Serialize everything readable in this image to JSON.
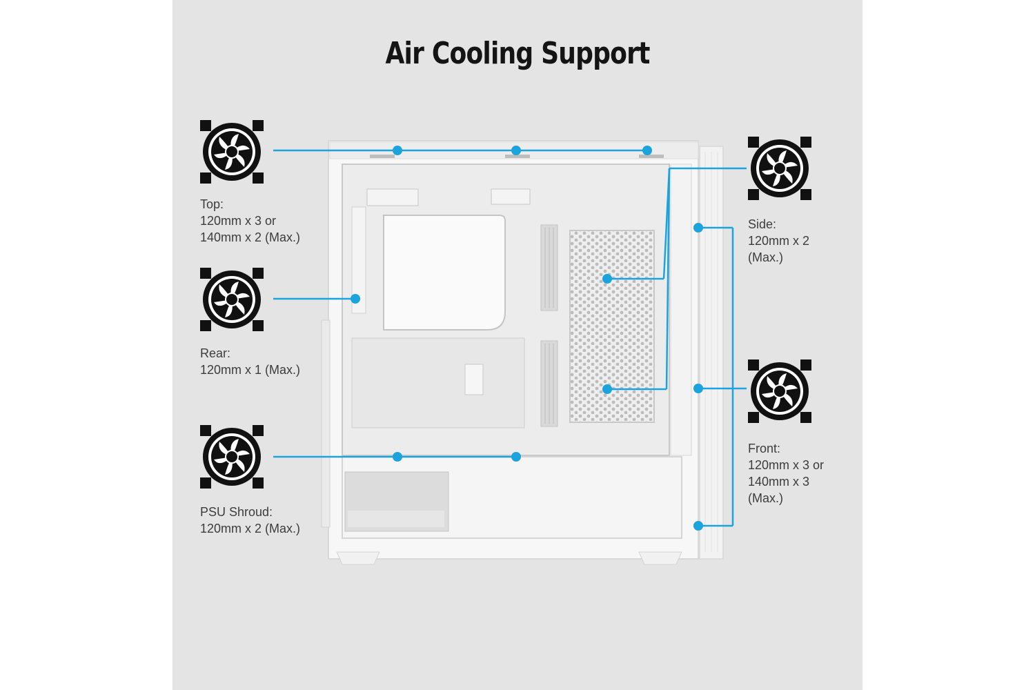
{
  "title": "Air Cooling Support",
  "colors": {
    "background": "#e4e4e4",
    "connector": "#1aa3dd",
    "case_body": "#f7f7f7",
    "fan_icon": "#111111"
  },
  "icons": {
    "fan": "fan-icon"
  },
  "labels": {
    "top": {
      "heading": "Top:",
      "line1": "120mm x 3 or",
      "line2": "140mm x 2 (Max.)"
    },
    "rear": {
      "heading": "Rear:",
      "line1": "120mm x 1 (Max.)"
    },
    "psu_shroud": {
      "heading": "PSU Shroud:",
      "line1": "120mm x 2 (Max.)"
    },
    "side": {
      "heading": "Side:",
      "line1": "120mm x 2",
      "line2": "(Max.)"
    },
    "front": {
      "heading": "Front:",
      "line1": "120mm x 3 or",
      "line2": "140mm x 3",
      "line3": "(Max.)"
    }
  }
}
